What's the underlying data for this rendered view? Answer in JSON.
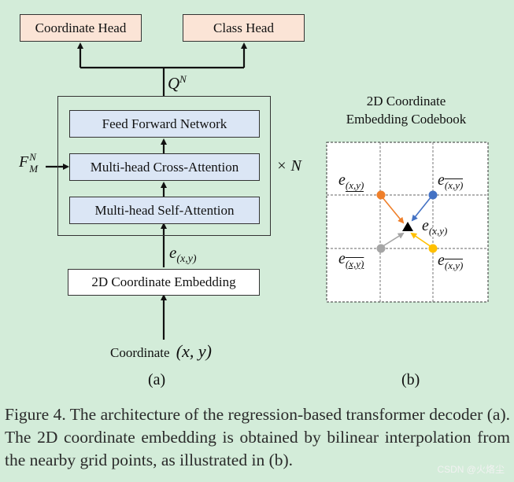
{
  "diagram_a": {
    "coord_head": "Coordinate Head",
    "class_head": "Class Head",
    "q_label": "Q",
    "q_sup": "N",
    "ffn": "Feed Forward Network",
    "cross_attn": "Multi-head Cross-Attention",
    "self_attn": "Multi-head Self-Attention",
    "f_label": "F",
    "f_sup": "N",
    "f_sub": "M",
    "times_n": "× N",
    "e_label": "e",
    "e_sub": "(x,y)",
    "embedding": "2D Coordinate Embedding",
    "coord_text": "Coordinate",
    "coord_math": "(x, y)",
    "panel_label": "(a)"
  },
  "diagram_b": {
    "title_line1": "2D Coordinate",
    "title_line2": "Embedding Codebook",
    "e_label": "e",
    "tl_sub": "(x,y)",
    "tr_sub": "(x,y)",
    "bl_sub": "(x,y)",
    "br_sub": "(x,y)",
    "center_sub": "(x,y)",
    "panel_label": "(b)",
    "colors": {
      "top_left": "#ef7f2a",
      "top_right": "#4472c4",
      "bottom_left": "#a5a5a5",
      "bottom_right": "#ffc000"
    }
  },
  "caption": "Figure 4. The architecture of the regression-based transformer decoder (a). The 2D coordinate embedding is obtained by bilinear interpolation from the nearby grid points, as illustrated in (b).",
  "watermark": "CSDN @火烙尘"
}
